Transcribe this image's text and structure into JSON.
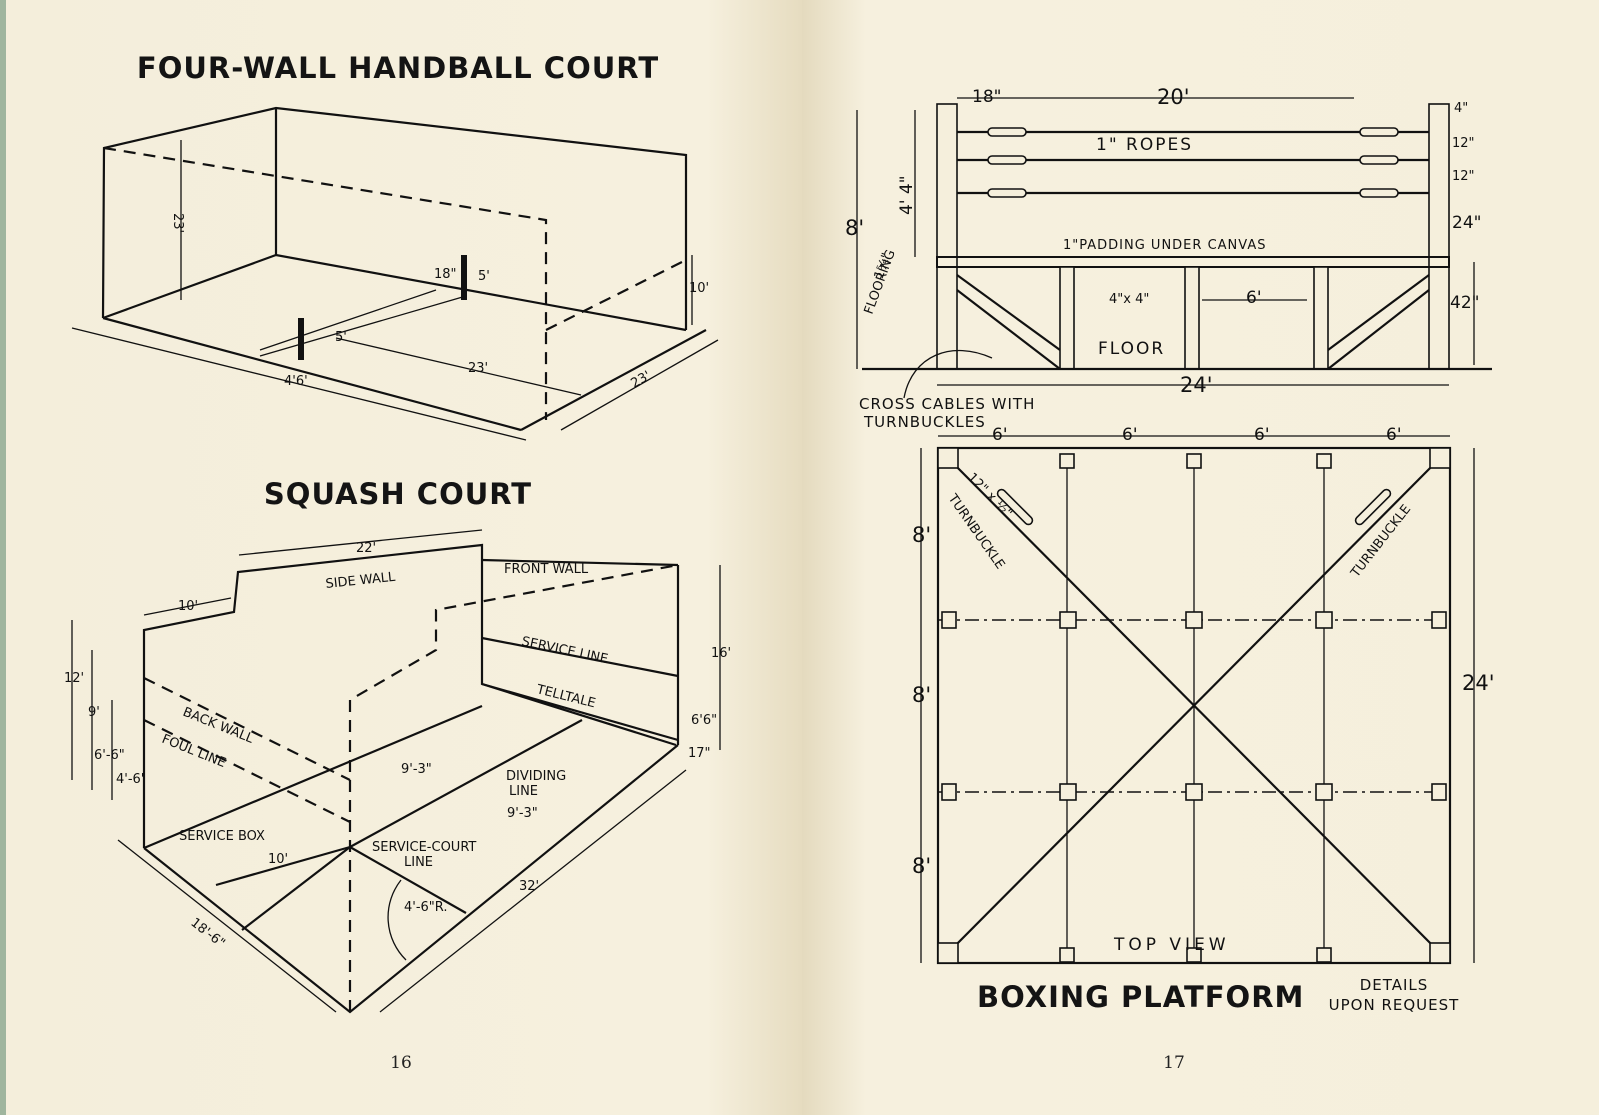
{
  "left_page": {
    "handball": {
      "title": "FOUR-WALL HANDBALL COURT",
      "labels": {
        "height": "23'",
        "line_18": "18\"",
        "line_5": "5'",
        "wall_10": "10'",
        "short_5": "5'",
        "length_23": "23'",
        "width_23": "23'",
        "bottom_46": "4'6'"
      }
    },
    "squash": {
      "title": "SQUASH COURT",
      "labels": {
        "top_22": "22'",
        "side_10": "10'",
        "side_wall": "SIDE WALL",
        "front_wall": "FRONT WALL",
        "service_line": "SERVICE LINE",
        "telltale": "TELLTALE",
        "h16": "16'",
        "h66": "6'6\"",
        "h17": "17\"",
        "h12": "12'",
        "h9": "9'",
        "h66b": "6'-6\"",
        "h46": "4'-6'",
        "back_wall": "BACK WALL",
        "foul_line": "FOUL LINE",
        "d93a": "9'-3\"",
        "dividing": "DIVIDING",
        "dividing2": "LINE",
        "d93b": "9'-3\"",
        "service_box": "SERVICE BOX",
        "d10": "10'",
        "service_court": "SERVICE-COURT",
        "service_court2": "LINE",
        "d32": "32'",
        "radius": "4'-6\"R.",
        "d186": "18'-6\""
      }
    },
    "page_number": "16"
  },
  "right_page": {
    "side_view": {
      "d18": "18\"",
      "d20": "20'",
      "ropes": "1\" ROPES",
      "r4": "4\"",
      "r12a": "12\"",
      "r12b": "12\"",
      "r24": "24\"",
      "r42": "42\"",
      "padding": "1\"PADDING UNDER CANVAS",
      "h8": "8'",
      "h44": "4' 4\"",
      "flooring1": "1⅝\"",
      "flooring2": "FLOORING",
      "post": "4\"x 4\"",
      "spacing6": "6'",
      "floor": "FLOOR",
      "w24": "24'",
      "cables1": "CROSS CABLES WITH",
      "cables2": "TURNBUCKLES"
    },
    "top_view": {
      "s1": "6'",
      "s2": "6'",
      "s3": "6'",
      "s4": "6'",
      "v1": "8'",
      "v2": "8'",
      "v3": "8'",
      "total": "24'",
      "turnbuckle_size": "12\" x ½\"",
      "turnbuckle_left": "TURNBUCKLE",
      "turnbuckle_right": "TURNBUCKLE",
      "caption": "TOP VIEW"
    },
    "title": "BOXING PLATFORM",
    "details1": "DETAILS",
    "details2": "UPON REQUEST",
    "page_number": "17"
  }
}
